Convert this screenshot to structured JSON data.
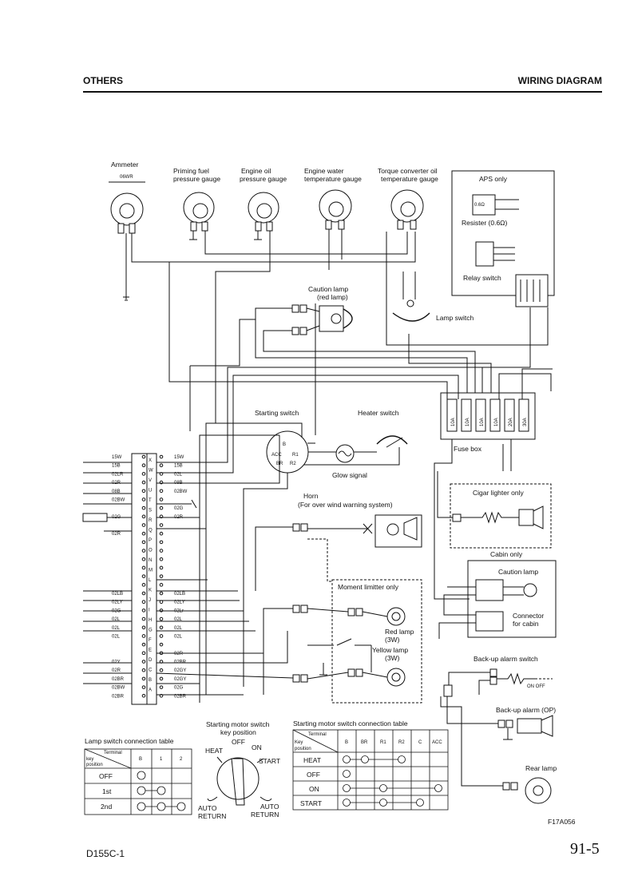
{
  "header": {
    "section": "OTHERS",
    "title": "WIRING DIAGRAM"
  },
  "footer": {
    "model": "D155C-1",
    "page": "91-5",
    "figure_code": "F17A056"
  },
  "gauges": {
    "ammeter": "Ammeter",
    "ammeter_wire": "06WR",
    "fuel_gauge": [
      "Priming fuel",
      "pressure gauge"
    ],
    "oil_gauge": [
      "Engine oil",
      "pressure gauge"
    ],
    "water_gauge": [
      "Engine water",
      "temperature gauge"
    ],
    "torque_gauge": [
      "Torque converter oil",
      "temperature gauge"
    ]
  },
  "aps": {
    "title": "APS only",
    "resistor": "Resister (0.6Ω)",
    "relay": "Relay switch",
    "r_value": "0.6Ω"
  },
  "caution_lamp": [
    "Caution lamp",
    "(red lamp)"
  ],
  "lamp_switch": "Lamp switch",
  "starting_switch": "Starting switch",
  "heater_switch": "Heater switch",
  "glow_signal": "Glow signal",
  "fuse_box": "Fuse box",
  "fuse_ratings": [
    "10A",
    "10A",
    "10A",
    "10A",
    "20A",
    "30A"
  ],
  "horn": [
    "Horn",
    "(For over wind warning system)"
  ],
  "moment_limiter": "Moment limitter only",
  "red_lamp": [
    "Red lamp",
    "(3W)"
  ],
  "yellow_lamp": [
    "Yellow lamp",
    "(3W)"
  ],
  "cigar_lighter": "Cigar lighter only",
  "cabin": {
    "title": "Cabin only",
    "caution_lamp": "Caution lamp",
    "connector": [
      "Connector",
      "for cabin"
    ]
  },
  "backup_switch": "Back-up alarm switch",
  "backup_alarm": "Back-up alarm (OP)",
  "rear_lamp": "Rear lamp",
  "on_off": "ON OFF",
  "connector_left": [
    "15W",
    "15B",
    "02LR",
    "02R",
    "08B",
    "02BW",
    "",
    "02G",
    "",
    "02R",
    "",
    "",
    "",
    "",
    "",
    "",
    "02LB",
    "02LY",
    "02G",
    "02L",
    "02L",
    "02L",
    "",
    "",
    "02Y",
    "02R",
    "02BR",
    "02BW",
    "02BR"
  ],
  "connector_right": [
    "15W",
    "15B",
    "02L",
    "08B",
    "02BW",
    "",
    "02G",
    "02R",
    "",
    "",
    "",
    "",
    "",
    "",
    "",
    "",
    "02LB",
    "02LY",
    "02Lr",
    "02L",
    "02L",
    "02L",
    "",
    "02R",
    "02BR",
    "02GY",
    "02GY",
    "02G",
    "02BR"
  ],
  "connector_pins": [
    "X",
    "W",
    "V",
    "U",
    "T",
    "S",
    "R",
    "Q",
    "P",
    "O",
    "N",
    "M",
    "L",
    "K",
    "J",
    "I",
    "H",
    "G",
    "F",
    "E",
    "D",
    "C",
    "B",
    "A"
  ],
  "lamp_table": {
    "title": "Lamp switch connection table",
    "corner_top": "Terminal",
    "corner_bottom": [
      "key",
      "position"
    ],
    "columns": [
      "B",
      "1",
      "2"
    ],
    "rows": [
      "OFF",
      "1st",
      "2nd"
    ]
  },
  "key_diagram": {
    "title": [
      "Starting motor switch",
      "key position"
    ],
    "heat": "HEAT",
    "off": "OFF",
    "on": "ON",
    "start": "START",
    "auto_return_left": [
      "AUTO",
      "RETURN"
    ],
    "auto_return_right": [
      "AUTO",
      "RETURN"
    ]
  },
  "motor_table": {
    "title": "Starting motor switch connection table",
    "corner_top": "Terminal",
    "corner_bottom": [
      "Key",
      "position"
    ],
    "columns": [
      "B",
      "BR",
      "R1",
      "R2",
      "C",
      "ACC"
    ],
    "rows": [
      "HEAT",
      "OFF",
      "ON",
      "START"
    ]
  }
}
